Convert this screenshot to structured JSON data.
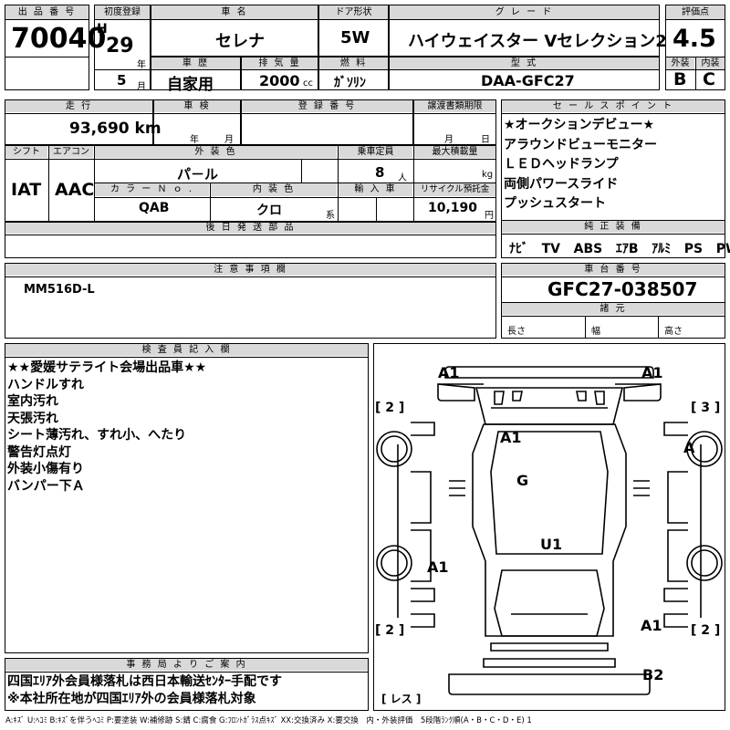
{
  "lot": {
    "header": "出 品 番 号",
    "value": "70040"
  },
  "first_reg": {
    "header": "初度登録",
    "era": "H",
    "year": "29",
    "year_unit": "年",
    "month": "5",
    "month_unit": "月"
  },
  "car_name": {
    "header": "車 名",
    "value": "セレナ"
  },
  "door": {
    "header": "ドア形状",
    "value": "5W"
  },
  "grade": {
    "header": "グ レ ー ド",
    "value": "ハイウェイスター Vセレクション2"
  },
  "score": {
    "header": "評価点",
    "value": "4.5",
    "ext_header": "外装",
    "int_header": "内装",
    "ext": "B",
    "int": "C"
  },
  "history": {
    "header": "車 歴",
    "value": "自家用"
  },
  "displacement": {
    "header": "排 気 量",
    "value": "2000",
    "unit": "cc"
  },
  "fuel": {
    "header": "燃 料",
    "value": "ｶﾞｿﾘﾝ"
  },
  "model": {
    "header": "型 式",
    "value": "DAA-GFC27"
  },
  "mileage": {
    "header": "走 行",
    "value": "93,690 km"
  },
  "inspection": {
    "header": "車 検",
    "year_unit": "年",
    "month_unit": "月"
  },
  "plate": {
    "header": "登 録 番 号"
  },
  "transfer": {
    "header": "譲渡書類期限",
    "month_unit": "月",
    "day_unit": "日"
  },
  "shift": {
    "header": "シフト",
    "value": "IAT"
  },
  "ac": {
    "header": "エアコン",
    "value": "AAC"
  },
  "ext_color": {
    "header": "外 装 色",
    "value": "パ－ル"
  },
  "color_no": {
    "header": "カ ラ ー Ｎ ｏ .",
    "value": "QAB"
  },
  "int_color": {
    "header": "内 装 色",
    "value": "クロ",
    "unit": "系"
  },
  "capacity": {
    "header": "乗車定員",
    "value": "8",
    "unit": "人"
  },
  "max_load": {
    "header": "最大積載量",
    "unit": "kg"
  },
  "import": {
    "header": "輸 入 車"
  },
  "recycle": {
    "header": "リサイクル預託金",
    "value": "10,190",
    "unit": "円"
  },
  "later_parts": {
    "header": "後 日 発 送 部 品"
  },
  "sales_points": {
    "header": "セ ー ル ス ポ イ ン ト",
    "items": [
      "★オークションデビュー★",
      "アラウンドビューモニター",
      "ＬＥＤヘッドランプ",
      "両側パワースライド",
      "プッシュスタート"
    ]
  },
  "equipment": {
    "header": "純 正 装 備",
    "items": [
      "ﾅﾋﾞ",
      "TV",
      "ABS",
      "ｴｱB",
      "ｱﾙﾐ",
      "PS",
      "PW"
    ]
  },
  "notes": {
    "header": "注 意 事 項 欄",
    "value": "MM516D-L"
  },
  "chassis": {
    "header": "車 台 番 号",
    "value": "GFC27-038507"
  },
  "specs": {
    "header": "諸 元",
    "length": "長さ",
    "width": "幅",
    "height": "高さ"
  },
  "inspector": {
    "header": "検 査 員 記 入 欄",
    "lines": [
      "★★愛媛サテライト会場出品車★★",
      "ハンドルすれ",
      "室内汚れ",
      "天張汚れ",
      "シート薄汚れ、すれ小、へたり",
      "警告灯点灯",
      "外装小傷有り",
      "バンパー下Ａ"
    ]
  },
  "office": {
    "header": "事 務 局 よ り ご 案 内",
    "lines": [
      "四国ｴﾘｱ外会員様落札は西日本輸送ｾﾝﾀｰ手配です",
      "※本社所在地が四国ｴﾘｱ外の会員様落札対象"
    ]
  },
  "diagram": {
    "marks": {
      "front_left": "A1",
      "front_right": "A1",
      "roof": "A1",
      "right_front_wheel": "A",
      "glass": "G",
      "floor": "U1",
      "left_rear": "A1",
      "rear_right": "A1",
      "rear": "B2"
    },
    "brackets": {
      "top_left": "[ 2 ]",
      "top_right": "[ 3 ]",
      "bottom_left": "[ 2 ]",
      "bottom_right": "[ 2 ]",
      "rest": "[ レス ]"
    }
  },
  "legend": "A:ｷｽﾞ U:ﾍｺﾐ B:ｷｽﾞを伴うﾍｺﾐ P:要塗装 W:補修跡 S:錆 C:腐食 G:ﾌﾛﾝﾄｶﾞﾗｽ点ｷｽﾞ XX:交換済み X:要交換　内・外装評価　5段階ﾗﾝｸ順(A・B・C・D・E) 1"
}
